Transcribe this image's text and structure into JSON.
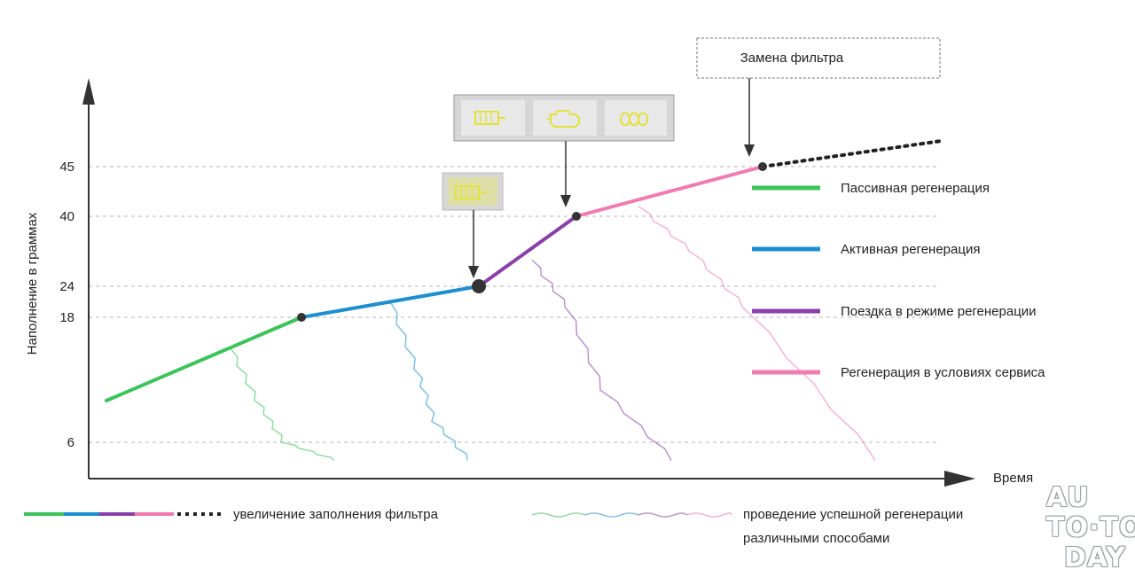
{
  "chart_data": {
    "type": "line",
    "ylabel": "Наполнение в граммах",
    "xlabel": "Время",
    "ylim": [
      0,
      60
    ],
    "xlim": [
      0,
      100
    ],
    "yticks": [
      "6",
      "18",
      "24",
      "40",
      "45"
    ],
    "ytick_values": [
      6,
      18,
      24,
      40,
      45
    ],
    "grid": "dashed horizontal at ticks",
    "legend_placement": "right",
    "colors": {
      "passive": "#3cc35a",
      "active": "#1d8fcf",
      "trip": "#8a3fa8",
      "service": "#f07bb0",
      "projection": "#222222"
    },
    "series": [
      {
        "name": "Пассивная регенерация",
        "color": "#3cc35a",
        "x": [
          2,
          24
        ],
        "y": [
          10,
          18
        ]
      },
      {
        "name": "Активная регенерация",
        "color": "#1d8fcf",
        "x": [
          24,
          44
        ],
        "y": [
          18,
          24
        ]
      },
      {
        "name": "Поездка в режиме регенерации",
        "color": "#8a3fa8",
        "x": [
          44,
          55
        ],
        "y": [
          24,
          40
        ]
      },
      {
        "name": "Регенерация в условиях сервиса",
        "color": "#f07bb0",
        "x": [
          55,
          76
        ],
        "y": [
          40,
          45
        ]
      }
    ],
    "projection": {
      "x": [
        76,
        96
      ],
      "y": [
        45,
        49
      ]
    },
    "markers": [
      {
        "x": 24,
        "y": 18
      },
      {
        "x": 44,
        "y": 24
      },
      {
        "x": 55,
        "y": 40
      },
      {
        "x": 76,
        "y": 45
      }
    ],
    "regeneration_drops": [
      {
        "color": "#3cc35a",
        "x": [
          16,
          19,
          22,
          28
        ],
        "y": [
          15,
          10,
          6,
          3
        ]
      },
      {
        "color": "#1d8fcf",
        "x": [
          34,
          37,
          39,
          43
        ],
        "y": [
          21,
          13,
          8,
          3
        ]
      },
      {
        "color": "#8a3fa8",
        "x": [
          50,
          54,
          58,
          66
        ],
        "y": [
          30,
          20,
          11,
          3
        ]
      },
      {
        "color": "#f07bb0",
        "x": [
          62,
          68,
          74,
          89
        ],
        "y": [
          41,
          32,
          20,
          3
        ]
      }
    ],
    "legend": [
      {
        "label": "Пассивная регенерация",
        "color": "#3cc35a"
      },
      {
        "label": "Активная регенерация",
        "color": "#1d8fcf"
      },
      {
        "label": "Поездка в режиме регенерации",
        "color": "#8a3fa8"
      },
      {
        "label": "Регенерация в условиях сервиса",
        "color": "#f07bb0"
      }
    ],
    "callouts": {
      "filter_replace": "Замена фильтра",
      "single_icon": "filter-warning-icon",
      "triple_icons": [
        "filter-warning-icon",
        "engine-check-icon",
        "glow-plug-icon"
      ]
    },
    "bottom_legend": {
      "increase_label": "увеличение заполнения фильтра",
      "success_label_line1": "проведение успешной регенерации",
      "success_label_line2": "различными способами"
    }
  },
  "watermark": {
    "line1": "AU",
    "line2": "TO·TO",
    "line3": "DAY"
  }
}
